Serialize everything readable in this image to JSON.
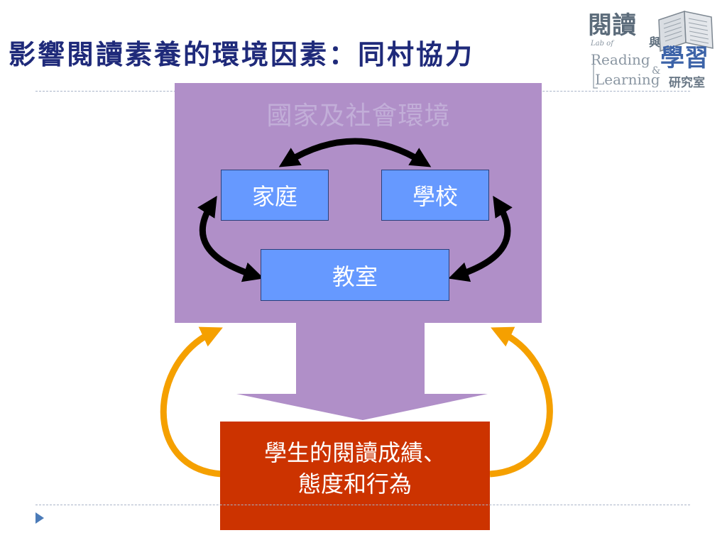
{
  "title": "影響閱讀素養的環境因素：同村協力",
  "logo": {
    "line1": "閱讀",
    "line1_suffix": "與",
    "line2": "學習",
    "line3": "研究室",
    "lab_of": "Lab of",
    "reading": "Reading",
    "amp": "&",
    "learning": "Learning"
  },
  "diagram": {
    "environment": "國家及社會環境",
    "family": "家庭",
    "school": "學校",
    "classroom": "教室",
    "outcome_line1": "學生的閱讀成績、",
    "outcome_line2": "態度和行為"
  },
  "colors": {
    "title": "#1f2a7a",
    "environment_bg": "#b08fc8",
    "box_bg": "#6699ff",
    "outcome_bg": "#cc3300",
    "feedback_arrow": "#f5a000",
    "link_arrow": "#000000"
  }
}
